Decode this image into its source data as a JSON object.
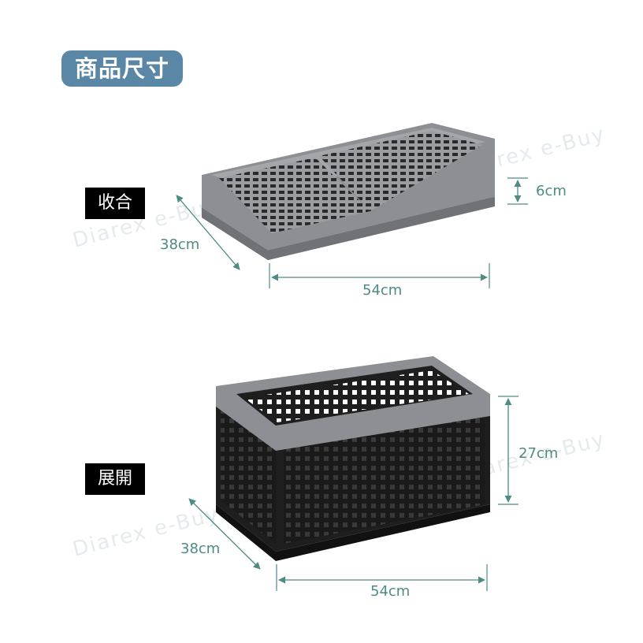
{
  "header": {
    "title": "商品尺寸",
    "title_bg": "#5b87a6"
  },
  "watermark": {
    "text": "Diarex e-Buy"
  },
  "folded": {
    "label": "收合",
    "depth": "38cm",
    "width": "54cm",
    "height": "6cm"
  },
  "unfolded": {
    "label": "展開",
    "depth": "38cm",
    "width": "54cm",
    "height": "27cm"
  },
  "colors": {
    "dimension_line": "#4e8a86",
    "crate_gray": "#8c8f93",
    "crate_black": "#1e1e1e"
  }
}
